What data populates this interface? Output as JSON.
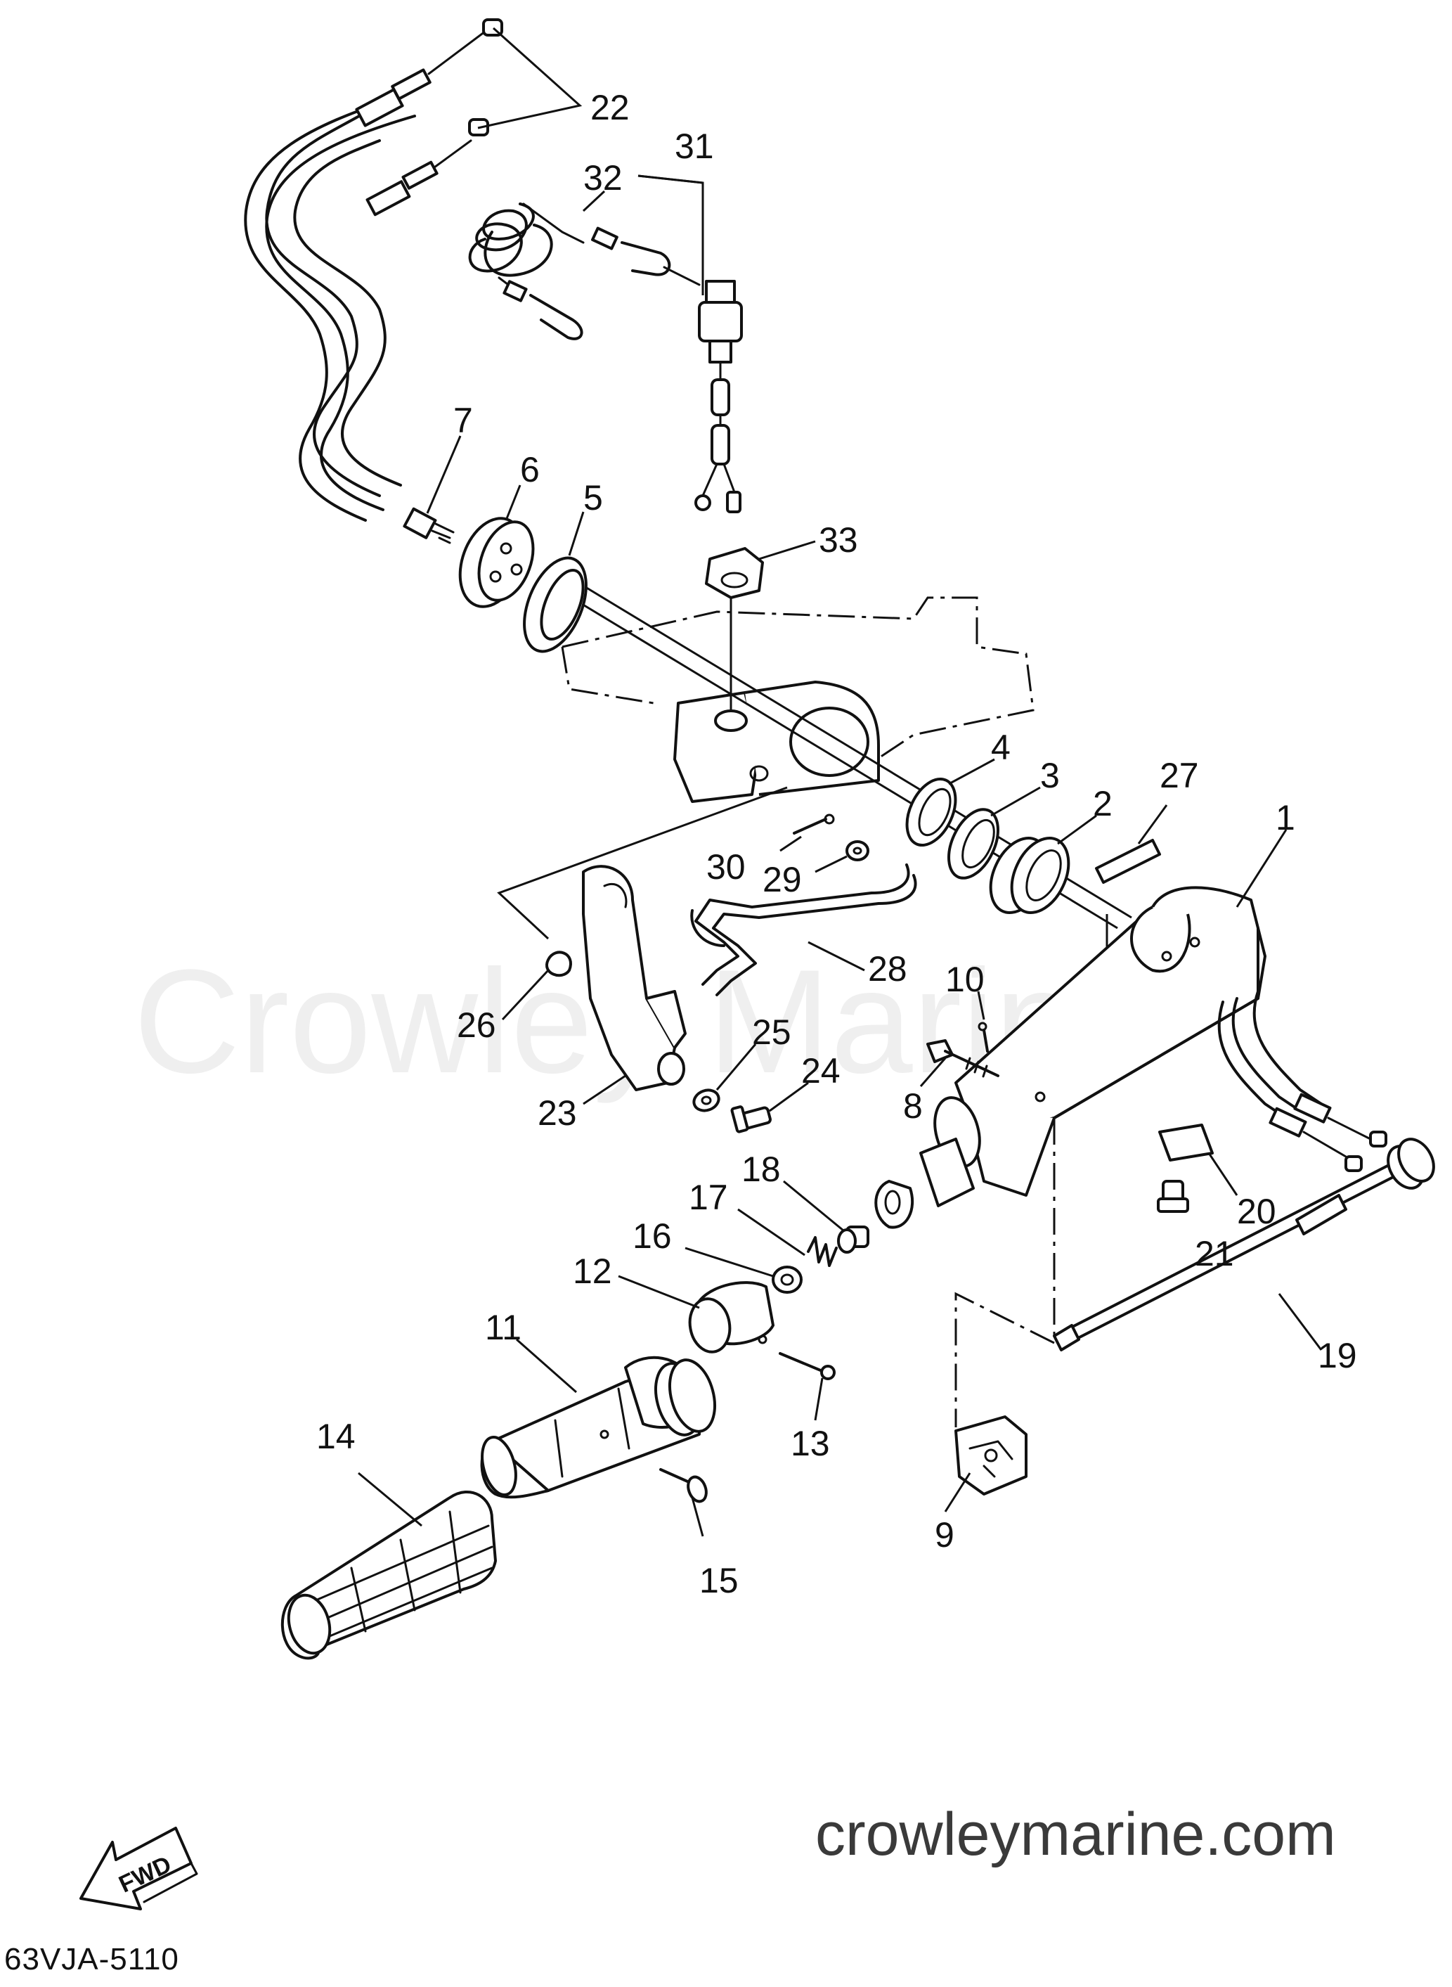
{
  "watermark": "Crowley Marine",
  "site": "crowleymarine.com",
  "diagram_code": "63VJA-5110",
  "fwd_label": "FWD",
  "part_labels": {
    "p1": "1",
    "p2": "2",
    "p3": "3",
    "p4": "4",
    "p5": "5",
    "p6": "6",
    "p7": "7",
    "p8": "8",
    "p9": "9",
    "p10": "10",
    "p11": "11",
    "p12": "12",
    "p13": "13",
    "p14": "14",
    "p15": "15",
    "p16": "16",
    "p17": "17",
    "p18": "18",
    "p19": "19",
    "p20": "20",
    "p21": "21",
    "p22": "22",
    "p23": "23",
    "p24": "24",
    "p25": "25",
    "p26": "26",
    "p27": "27",
    "p28": "28",
    "p29": "29",
    "p30": "30",
    "p31": "31",
    "p32": "32",
    "p33": "33"
  }
}
